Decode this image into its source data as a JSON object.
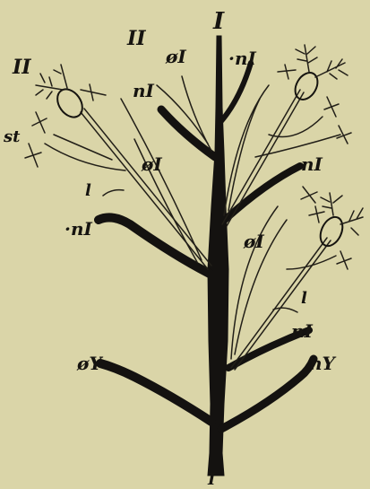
{
  "figure": {
    "labels": {
      "main_axis_top": "I",
      "main_axis_bottom": "I",
      "second_order_top": "II",
      "second_order_left": "II",
      "left_branch_top": "øI",
      "top_right_nI": "·nI",
      "upper_left_nI": "nI",
      "left_st": "st",
      "left_oI": "øI",
      "left_l": "l",
      "mid_left_nI": "·nI",
      "right_nI_upper": "nI",
      "right_oI": "øI",
      "right_l": "l",
      "right_nI_lower": "nI",
      "bottom_left_oY": "øY",
      "bottom_right_nY": "nY"
    },
    "colors": {
      "background": "#dad5a8",
      "ink": "#141210"
    }
  }
}
